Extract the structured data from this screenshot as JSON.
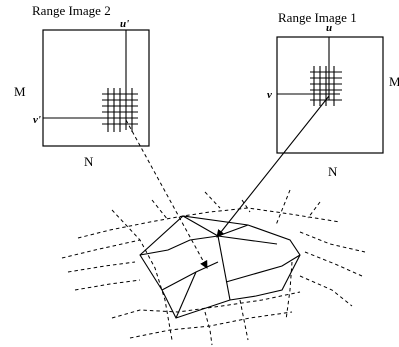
{
  "range_image_2": {
    "title": "Range Image 2",
    "rows_label": "M",
    "cols_label": "N",
    "u_label": "u'",
    "v_label": "v'"
  },
  "range_image_1": {
    "title": "Range Image 1",
    "rows_label": "M",
    "cols_label": "N",
    "u_label": "u",
    "v_label": "v"
  }
}
